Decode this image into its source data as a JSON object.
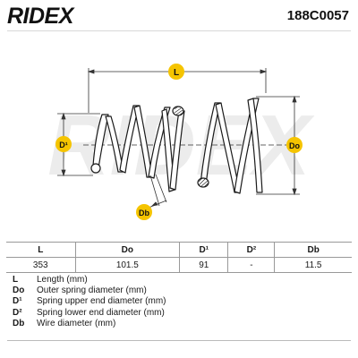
{
  "header": {
    "logo_text": "RIDEX",
    "part_number": "188C0057"
  },
  "diagram": {
    "dimension_labels": {
      "length": "L",
      "outer_diameter": "Do",
      "upper_end_diameter": "D¹",
      "wire_diameter": "Db"
    },
    "watermark_text": "RIDEX",
    "accent_color": "#f5c400",
    "line_color": "#1a1a1a"
  },
  "spec_table": {
    "headers": [
      "L",
      "Do",
      "D¹",
      "D²",
      "Db"
    ],
    "values": [
      "353",
      "101.5",
      "91",
      "-",
      "11.5"
    ]
  },
  "legend": [
    {
      "symbol": "L",
      "description": "Length (mm)"
    },
    {
      "symbol": "Do",
      "description": "Outer spring diameter (mm)"
    },
    {
      "symbol": "D¹",
      "description": "Spring upper end diameter (mm)"
    },
    {
      "symbol": "D²",
      "description": "Spring lower end diameter (mm)"
    },
    {
      "symbol": "Db",
      "description": "Wire diameter (mm)"
    }
  ]
}
